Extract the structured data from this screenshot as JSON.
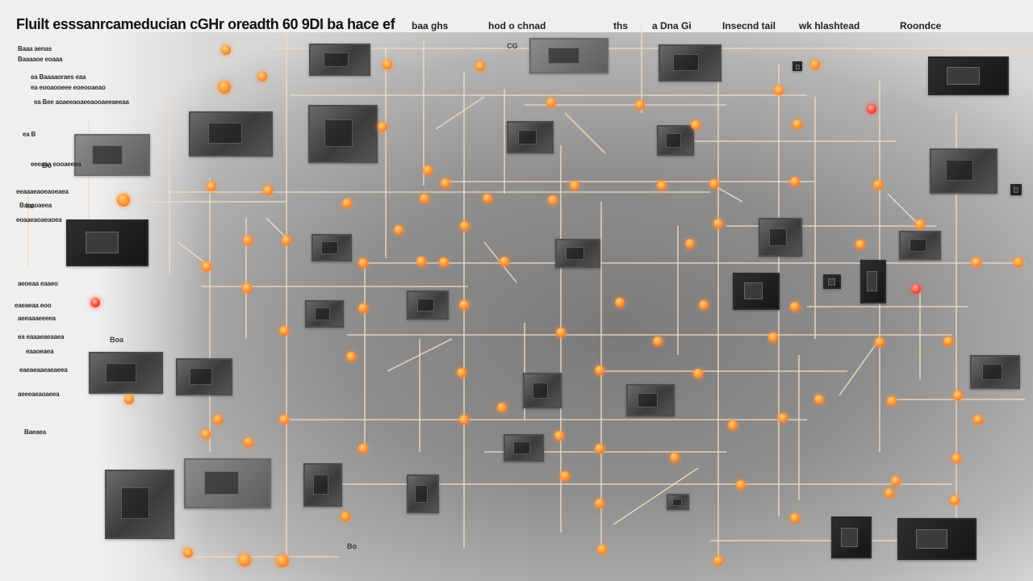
{
  "header": {
    "title": "Fluilt esssanrcameducian cGHr oreadth 60 9DI ba hace ef",
    "segments": [
      "ba hace ef",
      "baa ghs",
      "hod o chnad",
      "ths",
      "a Dna Gi",
      "Insecnd tail",
      "wk hlashtead",
      "Roondce"
    ]
  },
  "side_panel": {
    "lines": [
      "Baaa aenas",
      "Baaaaoe eoaaa",
      "ea Baaaaoraes eaa",
      "ea eooaooeee eoeooaeao",
      "ea Bee aoaeeaoaeeaooaeeaeeaa",
      "ea B",
      "eeeaaa eooaeeea",
      "eeaaaeaoeaoeaea",
      "Baeaoaeea",
      "eoaaeaoaeaoea",
      "aeoeaa eaaeo",
      "eaeaeaa eoo",
      "aeeaaaeeeea",
      "ea eaaaeaeaaea",
      "eaaoeaea",
      "eaeaeaaeaeaeea",
      "aeeeaeaoaeea",
      "Baeaea"
    ]
  },
  "misc_labels": [
    "CG",
    "Bo",
    "ko",
    "Boa",
    "Bo"
  ],
  "colors": {
    "node": "#ff8a3a",
    "node_alert": "#ff4a3a",
    "line": "#f2dcc2",
    "background": "#efefee",
    "canvas": "#8f8f8f"
  }
}
